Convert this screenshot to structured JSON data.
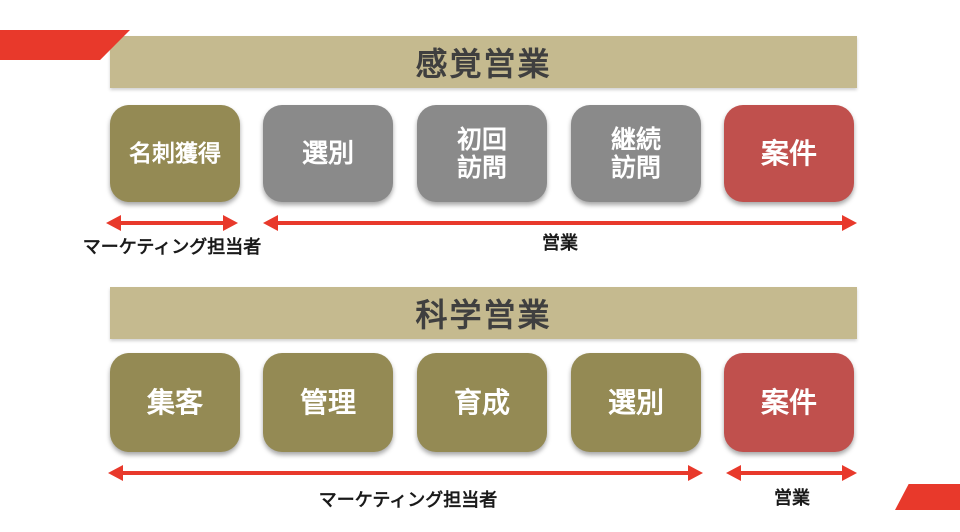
{
  "colors": {
    "header_bar": "#C5BA8F",
    "olive_box": "#948A54",
    "gray_box": "#8A8A8A",
    "red_box": "#C0504D",
    "accent_red": "#E8392B",
    "title_text": "#3F3F3F",
    "label_text": "#1A1A1A",
    "box_text": "#FFFFFF"
  },
  "sections": [
    {
      "title": "感覚営業",
      "boxes": [
        {
          "label": "名刺獲得",
          "color": "olive"
        },
        {
          "label": "選別",
          "color": "gray"
        },
        {
          "label": "初回\n訪問",
          "color": "gray"
        },
        {
          "label": "継続\n訪問",
          "color": "gray"
        },
        {
          "label": "案件",
          "color": "red"
        }
      ],
      "arrows": [
        {
          "label": "マーケティング担当者",
          "spans_boxes": [
            0,
            0
          ]
        },
        {
          "label": "営業",
          "spans_boxes": [
            1,
            4
          ]
        }
      ]
    },
    {
      "title": "科学営業",
      "boxes": [
        {
          "label": "集客",
          "color": "olive"
        },
        {
          "label": "管理",
          "color": "olive"
        },
        {
          "label": "育成",
          "color": "olive"
        },
        {
          "label": "選別",
          "color": "olive"
        },
        {
          "label": "案件",
          "color": "red"
        }
      ],
      "arrows": [
        {
          "label": "マーケティング担当者",
          "spans_boxes": [
            0,
            3
          ]
        },
        {
          "label": "営業",
          "spans_boxes": [
            4,
            4
          ]
        }
      ]
    }
  ]
}
